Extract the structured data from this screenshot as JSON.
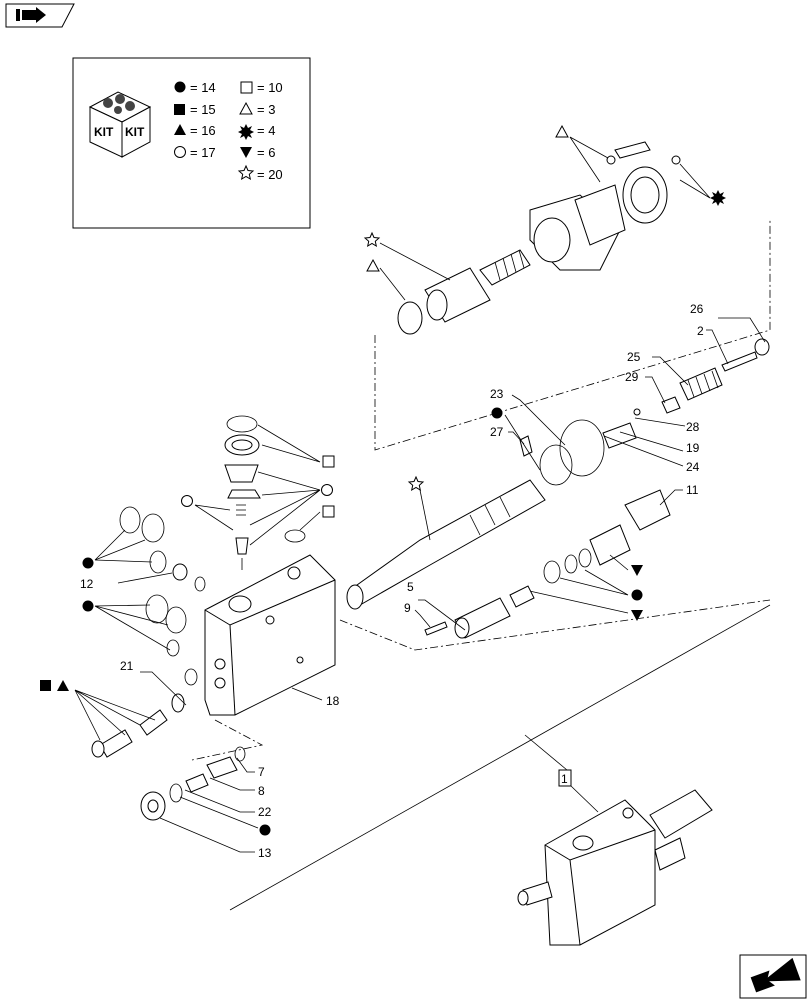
{
  "kit_legend": {
    "kit_word": "KIT",
    "entries": [
      {
        "symbol": "filled-circle",
        "text": "= 14"
      },
      {
        "symbol": "filled-square",
        "text": "= 15"
      },
      {
        "symbol": "filled-triangle",
        "text": "= 16"
      },
      {
        "symbol": "open-circle",
        "text": "= 17"
      },
      {
        "symbol": "open-square",
        "text": "= 10"
      },
      {
        "symbol": "open-triangle",
        "text": "= 3"
      },
      {
        "symbol": "filled-star",
        "text": "= 4"
      },
      {
        "symbol": "filled-down-triangle",
        "text": "= 6"
      },
      {
        "symbol": "open-star",
        "text": "= 20"
      }
    ]
  },
  "callouts": {
    "c1": "1",
    "c2": "2",
    "c5": "5",
    "c7": "7",
    "c8": "8",
    "c9": "9",
    "c11": "11",
    "c12": "12",
    "c13": "13",
    "c18": "18",
    "c19": "19",
    "c21": "21",
    "c22": "22",
    "c23": "23",
    "c24": "24",
    "c25": "25",
    "c26": "26",
    "c27": "27",
    "c28": "28",
    "c29": "29"
  }
}
